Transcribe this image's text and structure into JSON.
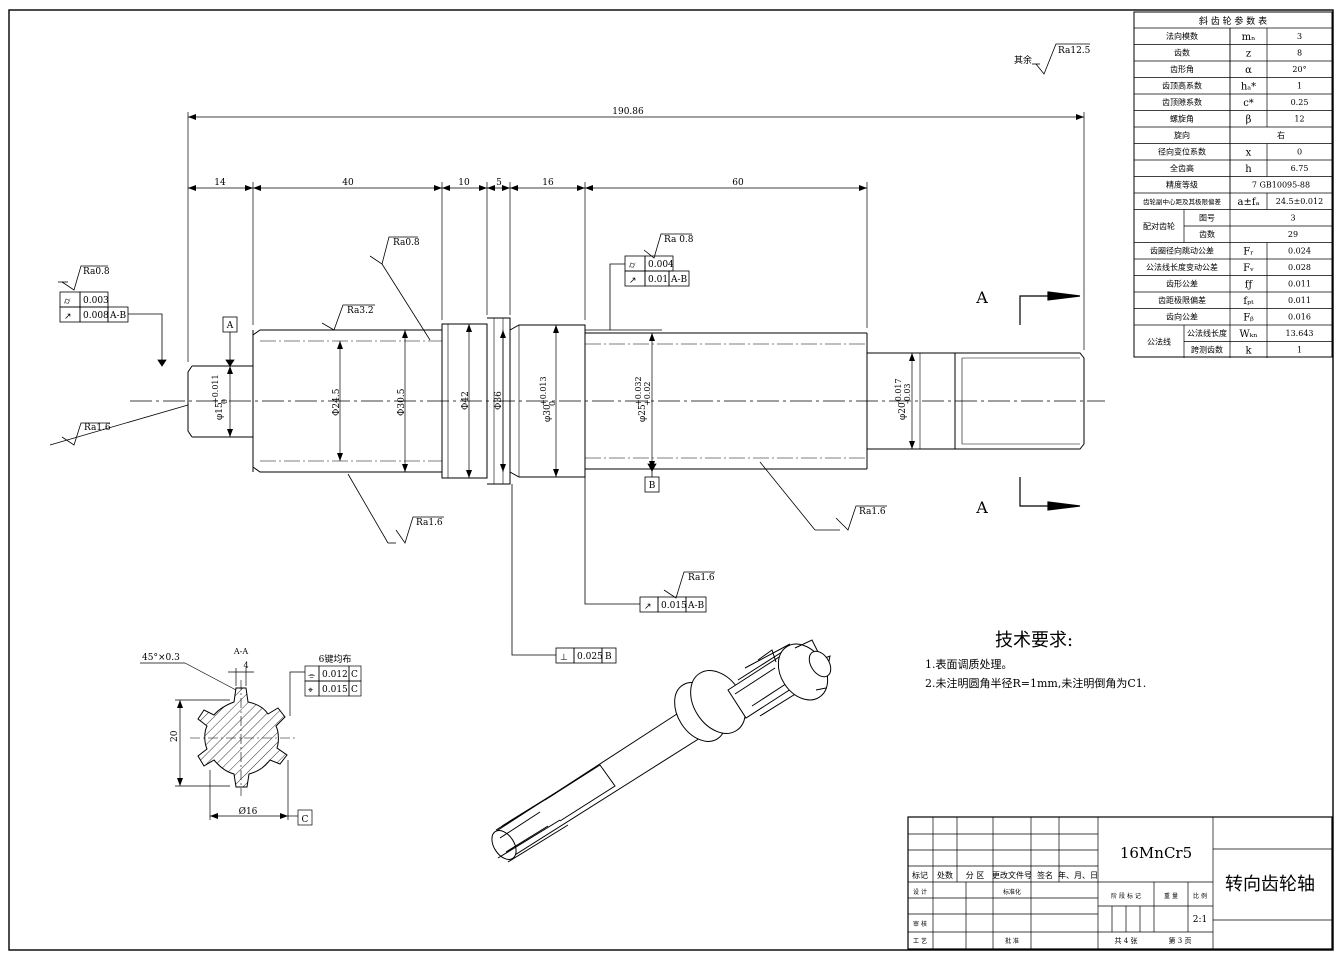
{
  "surface_finish": {
    "remaining_prefix": "其余",
    "remaining": "Ra12.5",
    "ra08_left": "Ra0.8",
    "ra08_mid": "Ra0.8",
    "ra08_right": "Ra 0.8",
    "ra32": "Ra3.2",
    "ra16_left": "Ra1.6",
    "ra16_bottom": "Ra1.6",
    "ra16_right": "Ra1.6",
    "ra16_lower": "Ra1.6"
  },
  "dimensions": {
    "overall": "190.86",
    "seg_14": "14",
    "seg_40": "40",
    "seg_10": "10",
    "seg_5": "5",
    "seg_16": "16",
    "seg_60": "60",
    "d15": "φ15",
    "d15_tol_up": "+0.011",
    "d15_tol_lo": "0",
    "d24_5": "Φ24.5",
    "d30_5": "Φ30.5",
    "d42": "Φ42",
    "d36": "Φ36",
    "d30": "φ30",
    "d30_tol_up": "+0.013",
    "d30_tol_lo": "0",
    "d25": "φ25",
    "d25_tol_up": "+0.032",
    "d25_tol_lo": "+0.02",
    "d20": "φ20",
    "d20_tol_up": "-0.017",
    "d20_tol_lo": "-0.03"
  },
  "datums": {
    "a": "A",
    "b": "B",
    "c": "C"
  },
  "tolerance_frames": {
    "left_1": {
      "sym": "⌭",
      "val": "0.003"
    },
    "left_2": {
      "sym": "↗",
      "val": "0.008",
      "ref": "A-B"
    },
    "mid_1": {
      "sym": "⌭",
      "val": "0.004"
    },
    "mid_2": {
      "sym": "↗",
      "val": "0.01",
      "ref": "A-B"
    },
    "runout": {
      "sym": "↗",
      "val": "0.015",
      "ref": "A-B"
    },
    "perp": {
      "sym": "⊥",
      "val": "0.025",
      "ref": "B"
    },
    "sym_c": {
      "sym": "⌯",
      "val": "0.012",
      "ref": "C"
    },
    "pos_c": {
      "sym": "⌖",
      "val": "0.015",
      "ref": "C"
    }
  },
  "section": {
    "label_top": "A",
    "label_bottom": "A",
    "view_label": "A-A",
    "chamfer": "45°×0.3",
    "keys_note": "6键均布",
    "width_4": "4",
    "height_20": "20",
    "d16": "Ø16"
  },
  "requirements": {
    "title": "技术要求:",
    "item1": "1.表面调质处理。",
    "item2": "2.未注明圆角半径R=1mm,未注明倒角为C1."
  },
  "gear_table": {
    "title": "斜 齿 轮 参 数 表",
    "rows": [
      {
        "name": "法向模数",
        "sym": "mₙ",
        "val": "3"
      },
      {
        "name": "齿数",
        "sym": "z",
        "val": "8"
      },
      {
        "name": "齿形角",
        "sym": "α",
        "val": "20°"
      },
      {
        "name": "齿顶高系数",
        "sym": "hₐ*",
        "val": "1"
      },
      {
        "name": "齿顶隙系数",
        "sym": "c*",
        "val": "0.25"
      },
      {
        "name": "螺旋角",
        "sym": "β",
        "val": "12"
      },
      {
        "name": "旋向",
        "sym": "",
        "val": "右"
      },
      {
        "name": "径向变位系数",
        "sym": "x",
        "val": "0"
      },
      {
        "name": "全齿高",
        "sym": "h",
        "val": "6.75"
      },
      {
        "name": "精度等级",
        "sym": "",
        "val": "7 GB10095-88"
      },
      {
        "name": "齿轮副中心距及其极限偏差",
        "sym": "a±fₐ",
        "val": "24.5±0.012"
      }
    ],
    "mating_label": "配对齿轮",
    "mating_rows": [
      {
        "name": "图号",
        "val": "3"
      },
      {
        "name": "齿数",
        "val": "29"
      }
    ],
    "tol_rows": [
      {
        "name": "齿圈径向跳动公差",
        "sym": "Fᵣ",
        "val": "0.024"
      },
      {
        "name": "公法线长度变动公差",
        "sym": "Fᵥ",
        "val": "0.028"
      },
      {
        "name": "齿形公差",
        "sym": "fƒ",
        "val": "0.011"
      },
      {
        "name": "齿距极限偏差",
        "sym": "fₚₜ",
        "val": "0.011"
      },
      {
        "name": "齿向公差",
        "sym": "Fᵦ",
        "val": "0.016"
      }
    ],
    "common_label": "公法线",
    "common_rows": [
      {
        "name": "公法线长度",
        "sym": "Wₖₙ",
        "val": "13.643"
      },
      {
        "name": "跨测齿数",
        "sym": "k",
        "val": "1"
      }
    ]
  },
  "title_block": {
    "material": "16MnCr5",
    "part_name": "转向齿轮轴",
    "scale": "2:1",
    "h_mark": "标记",
    "h_count": "处数",
    "h_zone": "分 区",
    "h_doc": "更改文件号",
    "h_sign": "签名",
    "h_date": "年、月、日",
    "design": "设 计",
    "standard": "标准化",
    "stage": "阶 段 标 记",
    "weight": "重 量",
    "ratio": "比 例",
    "review": "审 核",
    "process": "工 艺",
    "approve": "批 准",
    "sheets_total": "共 4 张",
    "sheet_no": "第 3 页"
  }
}
